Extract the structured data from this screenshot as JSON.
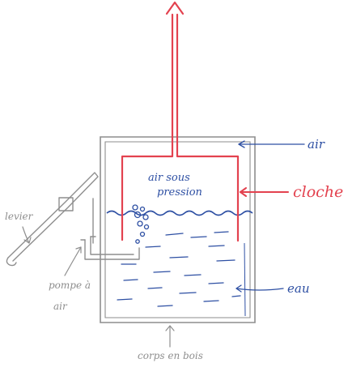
{
  "labels": {
    "air": "air",
    "cloche": "cloche",
    "eau": "eau",
    "air_sous_pression_line1": "air sous",
    "air_sous_pression_line2": "pression",
    "levier": "levier",
    "pompe_line1": "pompe à",
    "pompe_line2": "air",
    "corps": "corps en bois"
  },
  "colors": {
    "red": "#e3424f",
    "blue": "#2d4fa3",
    "gray": "#8e8e8e",
    "background": "#ffffff"
  },
  "icons": {
    "up_arrow": "up-arrow-icon",
    "pointer_arrows": "pointer-arrow-icon",
    "bubbles": "air-bubble-icon"
  }
}
